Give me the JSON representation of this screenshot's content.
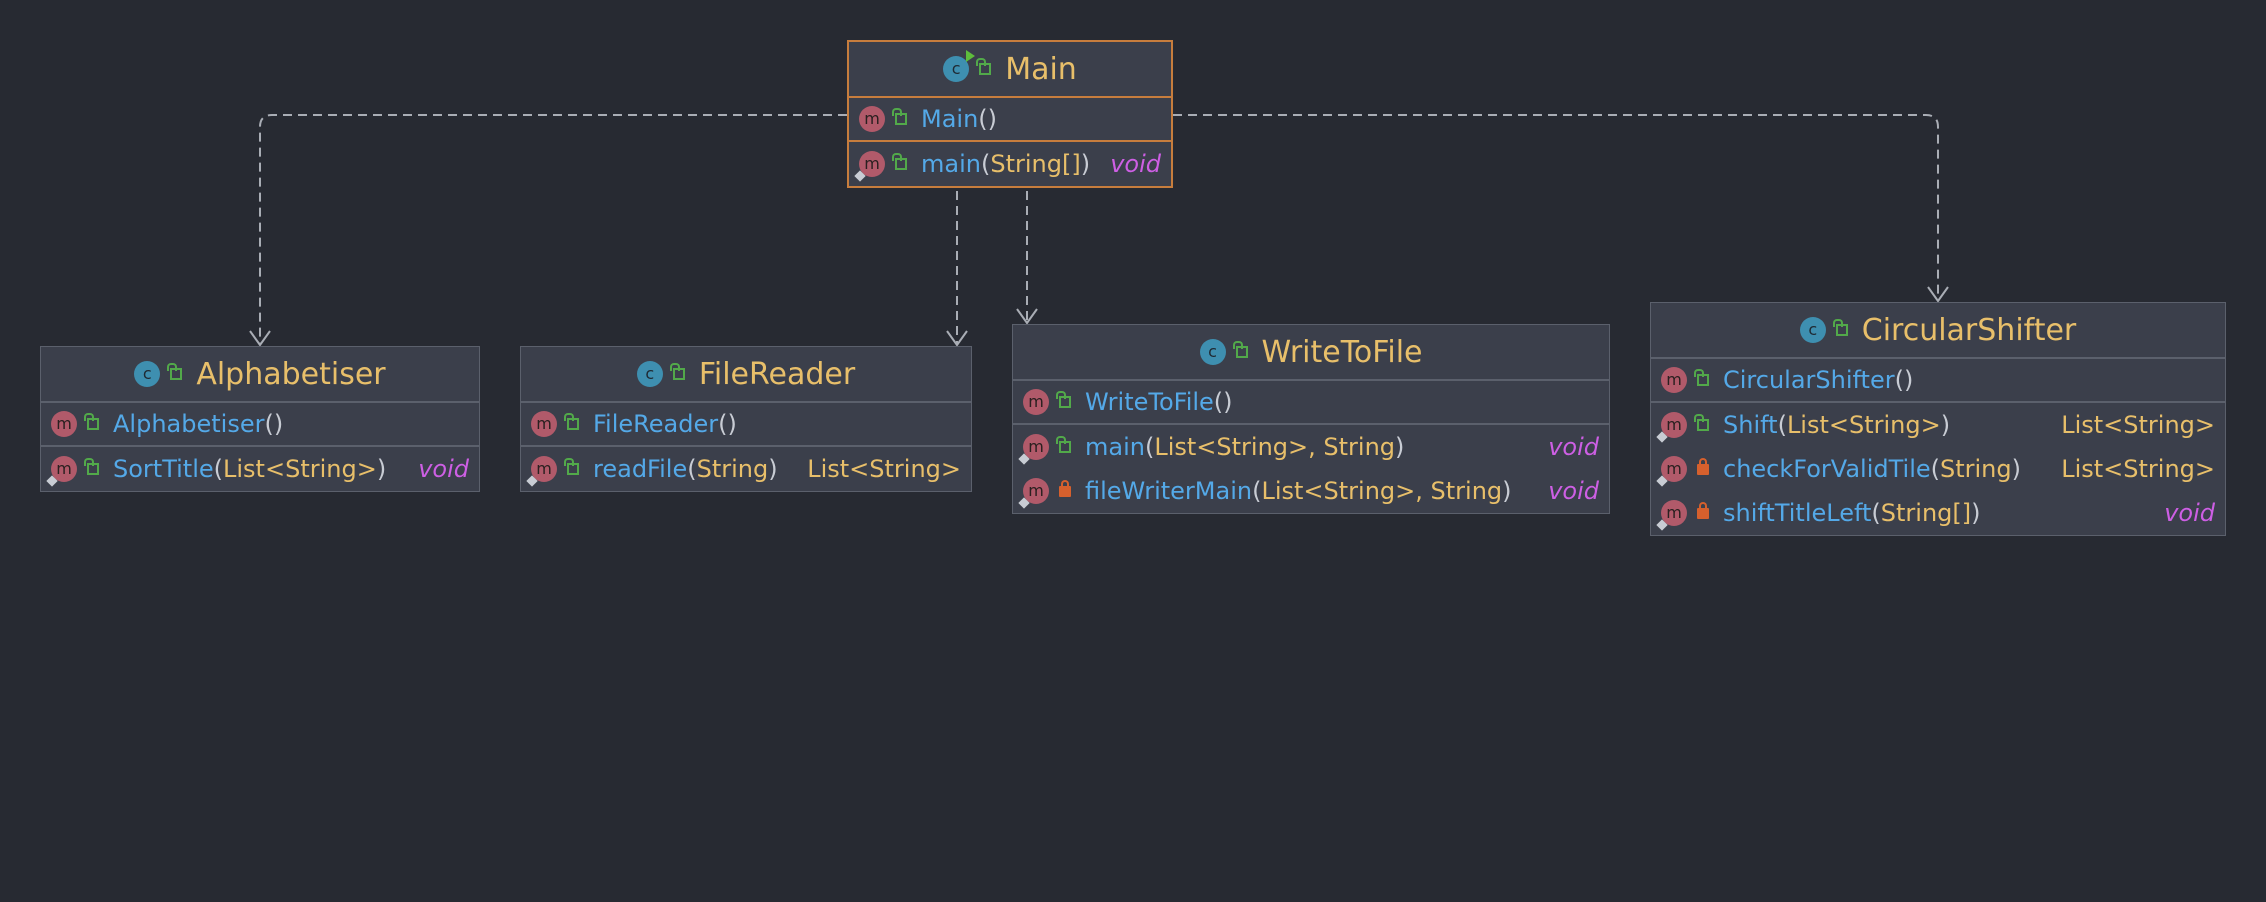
{
  "diagram": {
    "nodes": [
      {
        "id": "main",
        "name": "Main",
        "selected": true,
        "runnable": true,
        "members": [
          {
            "name": "Main",
            "params": "",
            "return": "",
            "static": false,
            "access": "public"
          },
          {
            "name": "main",
            "params": "String[]",
            "return": "void",
            "static": true,
            "access": "public"
          }
        ]
      },
      {
        "id": "alphabetiser",
        "name": "Alphabetiser",
        "selected": false,
        "runnable": false,
        "members": [
          {
            "name": "Alphabetiser",
            "params": "",
            "return": "",
            "static": false,
            "access": "public"
          },
          {
            "name": "SortTitle",
            "params": "List<String>",
            "return": "void",
            "static": true,
            "access": "public"
          }
        ]
      },
      {
        "id": "filereader",
        "name": "FileReader",
        "selected": false,
        "runnable": false,
        "members": [
          {
            "name": "FileReader",
            "params": "",
            "return": "",
            "static": false,
            "access": "public"
          },
          {
            "name": "readFile",
            "params": "String",
            "return": "List<String>",
            "static": true,
            "access": "public"
          }
        ]
      },
      {
        "id": "writetofile",
        "name": "WriteToFile",
        "selected": false,
        "runnable": false,
        "members": [
          {
            "name": "WriteToFile",
            "params": "",
            "return": "",
            "static": false,
            "access": "public"
          },
          {
            "name": "main",
            "params": "List<String>, String",
            "return": "void",
            "static": true,
            "access": "public"
          },
          {
            "name": "fileWriterMain",
            "params": "List<String>, String",
            "return": "void",
            "static": true,
            "access": "private"
          }
        ]
      },
      {
        "id": "circularshifter",
        "name": "CircularShifter",
        "selected": false,
        "runnable": false,
        "members": [
          {
            "name": "CircularShifter",
            "params": "",
            "return": "",
            "static": false,
            "access": "public"
          },
          {
            "name": "Shift",
            "params": "List<String>",
            "return": "List<String>",
            "static": true,
            "access": "public"
          },
          {
            "name": "checkForValidTile",
            "params": "String",
            "return": "List<String>",
            "static": true,
            "access": "private"
          },
          {
            "name": "shiftTitleLeft",
            "params": "String[]",
            "return": "void",
            "static": true,
            "access": "private"
          }
        ]
      }
    ],
    "edges": [
      {
        "from": "main",
        "to": "alphabetiser",
        "style": "dashed"
      },
      {
        "from": "main",
        "to": "filereader",
        "style": "dashed"
      },
      {
        "from": "main",
        "to": "writetofile",
        "style": "dashed"
      },
      {
        "from": "main",
        "to": "circularshifter",
        "style": "dashed"
      }
    ],
    "colors": {
      "background": "#272a32",
      "class_name": "#e8bf6a",
      "method_name": "#54a9e8",
      "void_keyword": "#cd5fe4",
      "selected_border": "#c77d3d",
      "edge": "#a9adb5"
    },
    "icons": {
      "class": "class-icon",
      "method": "method-icon",
      "public": "unlocked-icon",
      "private": "lock-icon",
      "static": "static-icon",
      "runnable": "run-icon"
    }
  }
}
